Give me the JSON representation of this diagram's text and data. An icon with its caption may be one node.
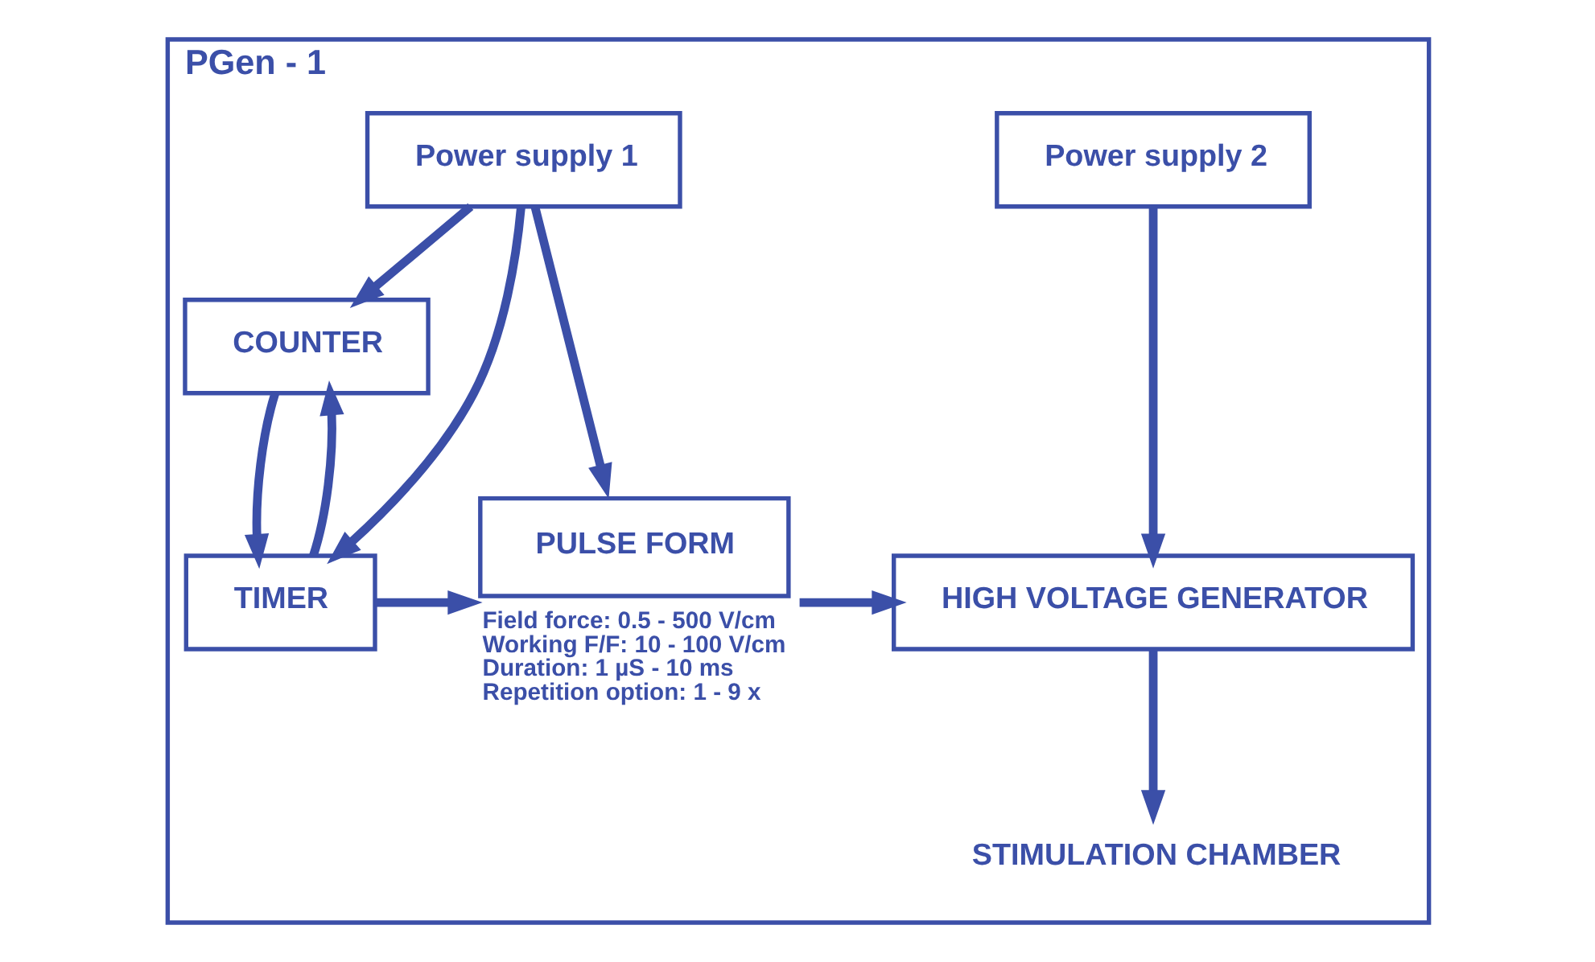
{
  "diagram": {
    "nodes": [
      {
        "text": [
          "PGen - 1"
        ]
      },
      {
        "text": [
          "Power supply 1"
        ],
        "in": 0
      },
      {
        "text": [
          "Power supply 2"
        ],
        "in": 0
      },
      {
        "text": [
          "COUNTER"
        ],
        "in": 0
      },
      {
        "text": [
          "TIMER"
        ],
        "in": 0
      },
      {
        "text": [
          "PULSE FORM"
        ],
        "in": 0,
        "beside": [
          "Field force: 0.5 - 500 V/cm",
          "Working F/F: 10 - 100 V/cm",
          "Duration: 1 µS - 10 ms",
          "Repetition option: 1 - 9 x"
        ]
      },
      {
        "text": [
          "HIGH VOLTAGE GENERATOR"
        ],
        "in": 0
      },
      {
        "text": [
          "STIMULATION CHAMBER"
        ],
        "in": 0
      }
    ],
    "edges": [
      {
        "from": 1,
        "to": 3,
        "arrow": "to"
      },
      {
        "from": 1,
        "to": 4,
        "arrow": "to"
      },
      {
        "from": 1,
        "to": 5,
        "arrow": "to"
      },
      {
        "from": 3,
        "to": 4,
        "arrow": "to"
      },
      {
        "from": 4,
        "to": 5,
        "arrow": "to"
      },
      {
        "from": 4,
        "to": 3,
        "arrow": "to"
      },
      {
        "from": 5,
        "to": 6,
        "arrow": "to"
      },
      {
        "from": 2,
        "to": 6,
        "arrow": "to"
      },
      {
        "from": 6,
        "to": 7,
        "arrow": "to"
      }
    ]
  }
}
